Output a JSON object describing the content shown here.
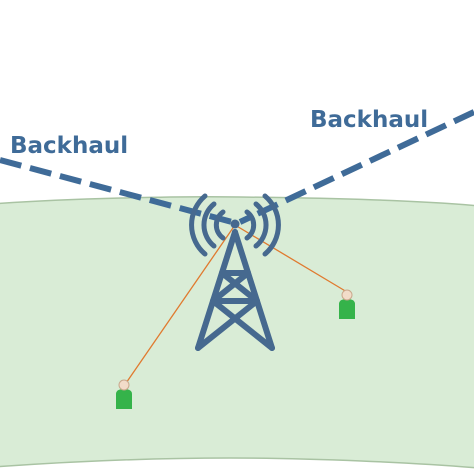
{
  "labels": {
    "backhaul_left": "Backhaul",
    "backhaul_right": "Backhaul"
  },
  "colors": {
    "backhaul_line": "#3f6b98",
    "label_text": "#3f6b98",
    "tower": "#46698f",
    "coverage_fill": "#d9ecd6",
    "coverage_stroke": "#a9c3a3",
    "user_link": "#e07a2f",
    "user_body": "#35b34a",
    "user_head": "#f2dcc9"
  },
  "icons": {
    "tower": "cell-tower-icon",
    "signal": "signal-waves-icon",
    "user": "mobile-user-icon"
  },
  "users_count_shown": 2
}
